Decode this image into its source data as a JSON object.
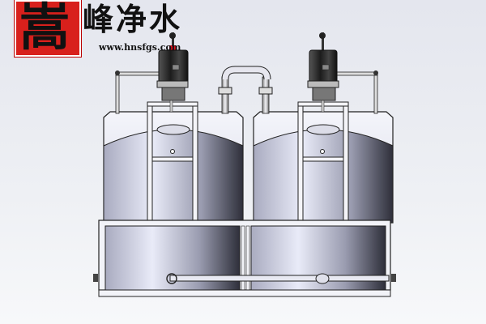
{
  "logo": {
    "seal_char": "嵩",
    "brand_text": "峰净水",
    "url": "www.hnsfgs.com",
    "seal_color": "#d8201c"
  },
  "scene": {
    "subject": "dual-tank chemical dosing unit with agitator motors",
    "tanks": [
      {
        "label": "left-tank",
        "motor": "agitator-motor-left"
      },
      {
        "label": "right-tank",
        "motor": "agitator-motor-right"
      }
    ],
    "colors": {
      "tank_light": "#e8eaf6",
      "tank_dark": "#3a3b48",
      "motor": "#2a2a30",
      "frame": "#ffffff",
      "indicator": "#e0101a"
    }
  }
}
